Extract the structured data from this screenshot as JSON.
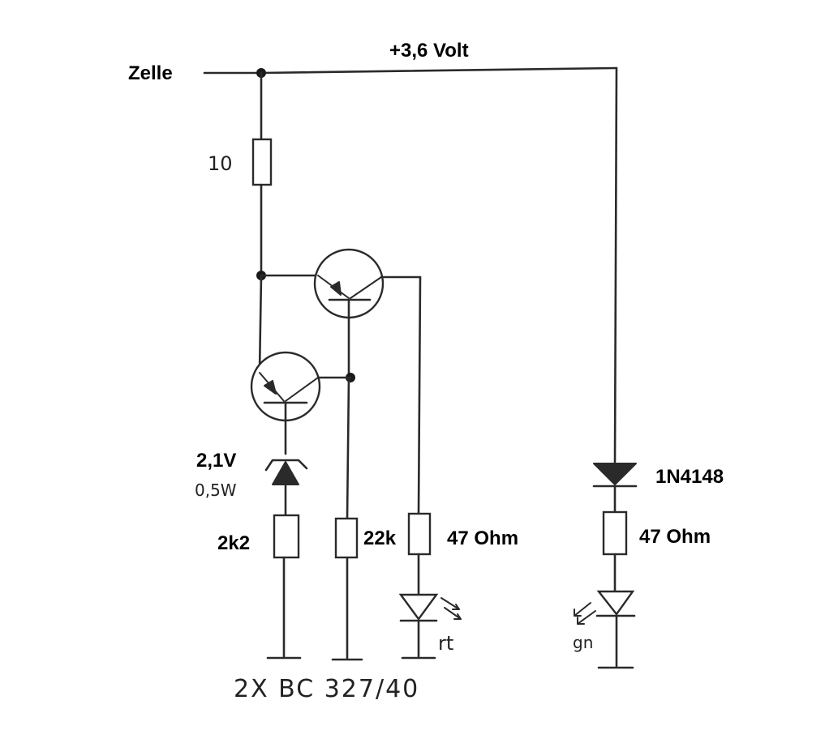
{
  "labels": {
    "supply_input": "Zelle",
    "supply_voltage": "+3,6 Volt",
    "r_top": "10",
    "zener_voltage": "2,1V",
    "zener_power": "0,5W",
    "r_zener": "2k2",
    "r_base": "22k",
    "r_red_led": "47 Ohm",
    "r_green_led": "47 Ohm",
    "diode_type": "1N4148",
    "led_red": "rt",
    "led_green": "gn",
    "transistors": "2X BC 327/40"
  },
  "colors": {
    "ink": "#2a2a2a",
    "paper": "#ffffff"
  }
}
